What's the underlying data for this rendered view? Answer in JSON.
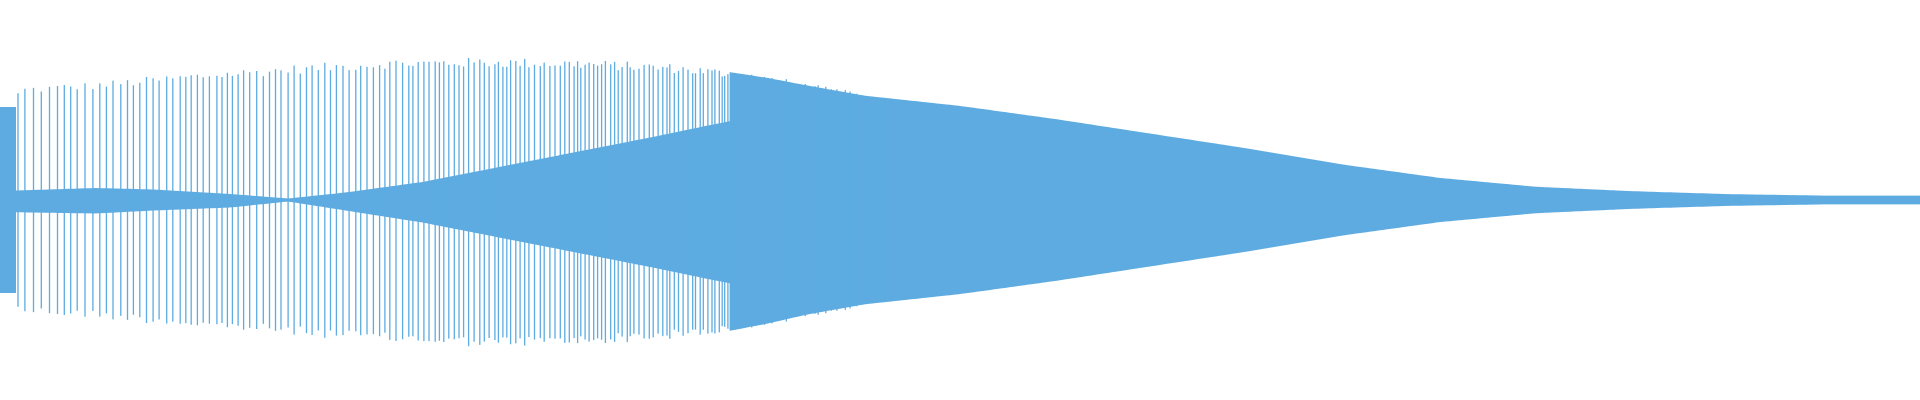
{
  "waveform": {
    "color": "#5dabe1",
    "background": "#ffffff",
    "envelope_upper": [
      [
        0.0,
        0.62
      ],
      [
        0.012,
        0.76
      ],
      [
        0.05,
        0.79
      ],
      [
        0.1,
        0.85
      ],
      [
        0.15,
        0.9
      ],
      [
        0.2,
        0.94
      ],
      [
        0.25,
        0.95
      ],
      [
        0.3,
        0.94
      ],
      [
        0.35,
        0.91
      ],
      [
        0.38,
        0.87
      ],
      [
        0.4,
        0.83
      ],
      [
        0.42,
        0.78
      ],
      [
        0.45,
        0.71
      ],
      [
        0.5,
        0.64
      ],
      [
        0.55,
        0.55
      ],
      [
        0.6,
        0.45
      ],
      [
        0.65,
        0.35
      ],
      [
        0.7,
        0.24
      ],
      [
        0.75,
        0.15
      ],
      [
        0.8,
        0.09
      ],
      [
        0.85,
        0.06
      ],
      [
        0.9,
        0.04
      ],
      [
        0.95,
        0.03
      ],
      [
        1.0,
        0.03
      ]
    ],
    "envelope_lower": [
      [
        0.0,
        0.62
      ],
      [
        0.012,
        0.76
      ],
      [
        0.05,
        0.79
      ],
      [
        0.1,
        0.85
      ],
      [
        0.15,
        0.9
      ],
      [
        0.2,
        0.95
      ],
      [
        0.25,
        0.98
      ],
      [
        0.3,
        0.97
      ],
      [
        0.35,
        0.93
      ],
      [
        0.38,
        0.89
      ],
      [
        0.4,
        0.84
      ],
      [
        0.42,
        0.78
      ],
      [
        0.45,
        0.71
      ],
      [
        0.5,
        0.64
      ],
      [
        0.55,
        0.55
      ],
      [
        0.6,
        0.45
      ],
      [
        0.65,
        0.35
      ],
      [
        0.7,
        0.24
      ],
      [
        0.75,
        0.15
      ],
      [
        0.8,
        0.09
      ],
      [
        0.85,
        0.06
      ],
      [
        0.9,
        0.04
      ],
      [
        0.95,
        0.03
      ],
      [
        1.0,
        0.03
      ]
    ],
    "inner_band_upper": [
      [
        0.0,
        0.06
      ],
      [
        0.05,
        0.08
      ],
      [
        0.08,
        0.07
      ],
      [
        0.12,
        0.04
      ],
      [
        0.15,
        0.01
      ],
      [
        0.18,
        0.05
      ],
      [
        0.22,
        0.12
      ],
      [
        0.26,
        0.22
      ],
      [
        0.3,
        0.32
      ],
      [
        0.34,
        0.42
      ],
      [
        0.37,
        0.5
      ],
      [
        0.39,
        0.55
      ],
      [
        0.41,
        0.6
      ],
      [
        0.43,
        0.6
      ]
    ],
    "inner_band_lower": [
      [
        0.0,
        0.08
      ],
      [
        0.05,
        0.09
      ],
      [
        0.08,
        0.07
      ],
      [
        0.12,
        0.05
      ],
      [
        0.15,
        0.01
      ],
      [
        0.18,
        0.07
      ],
      [
        0.22,
        0.15
      ],
      [
        0.26,
        0.25
      ],
      [
        0.3,
        0.35
      ],
      [
        0.34,
        0.45
      ],
      [
        0.37,
        0.53
      ],
      [
        0.39,
        0.58
      ],
      [
        0.41,
        0.62
      ],
      [
        0.43,
        0.6
      ]
    ],
    "spike_region_end": 0.43
  }
}
